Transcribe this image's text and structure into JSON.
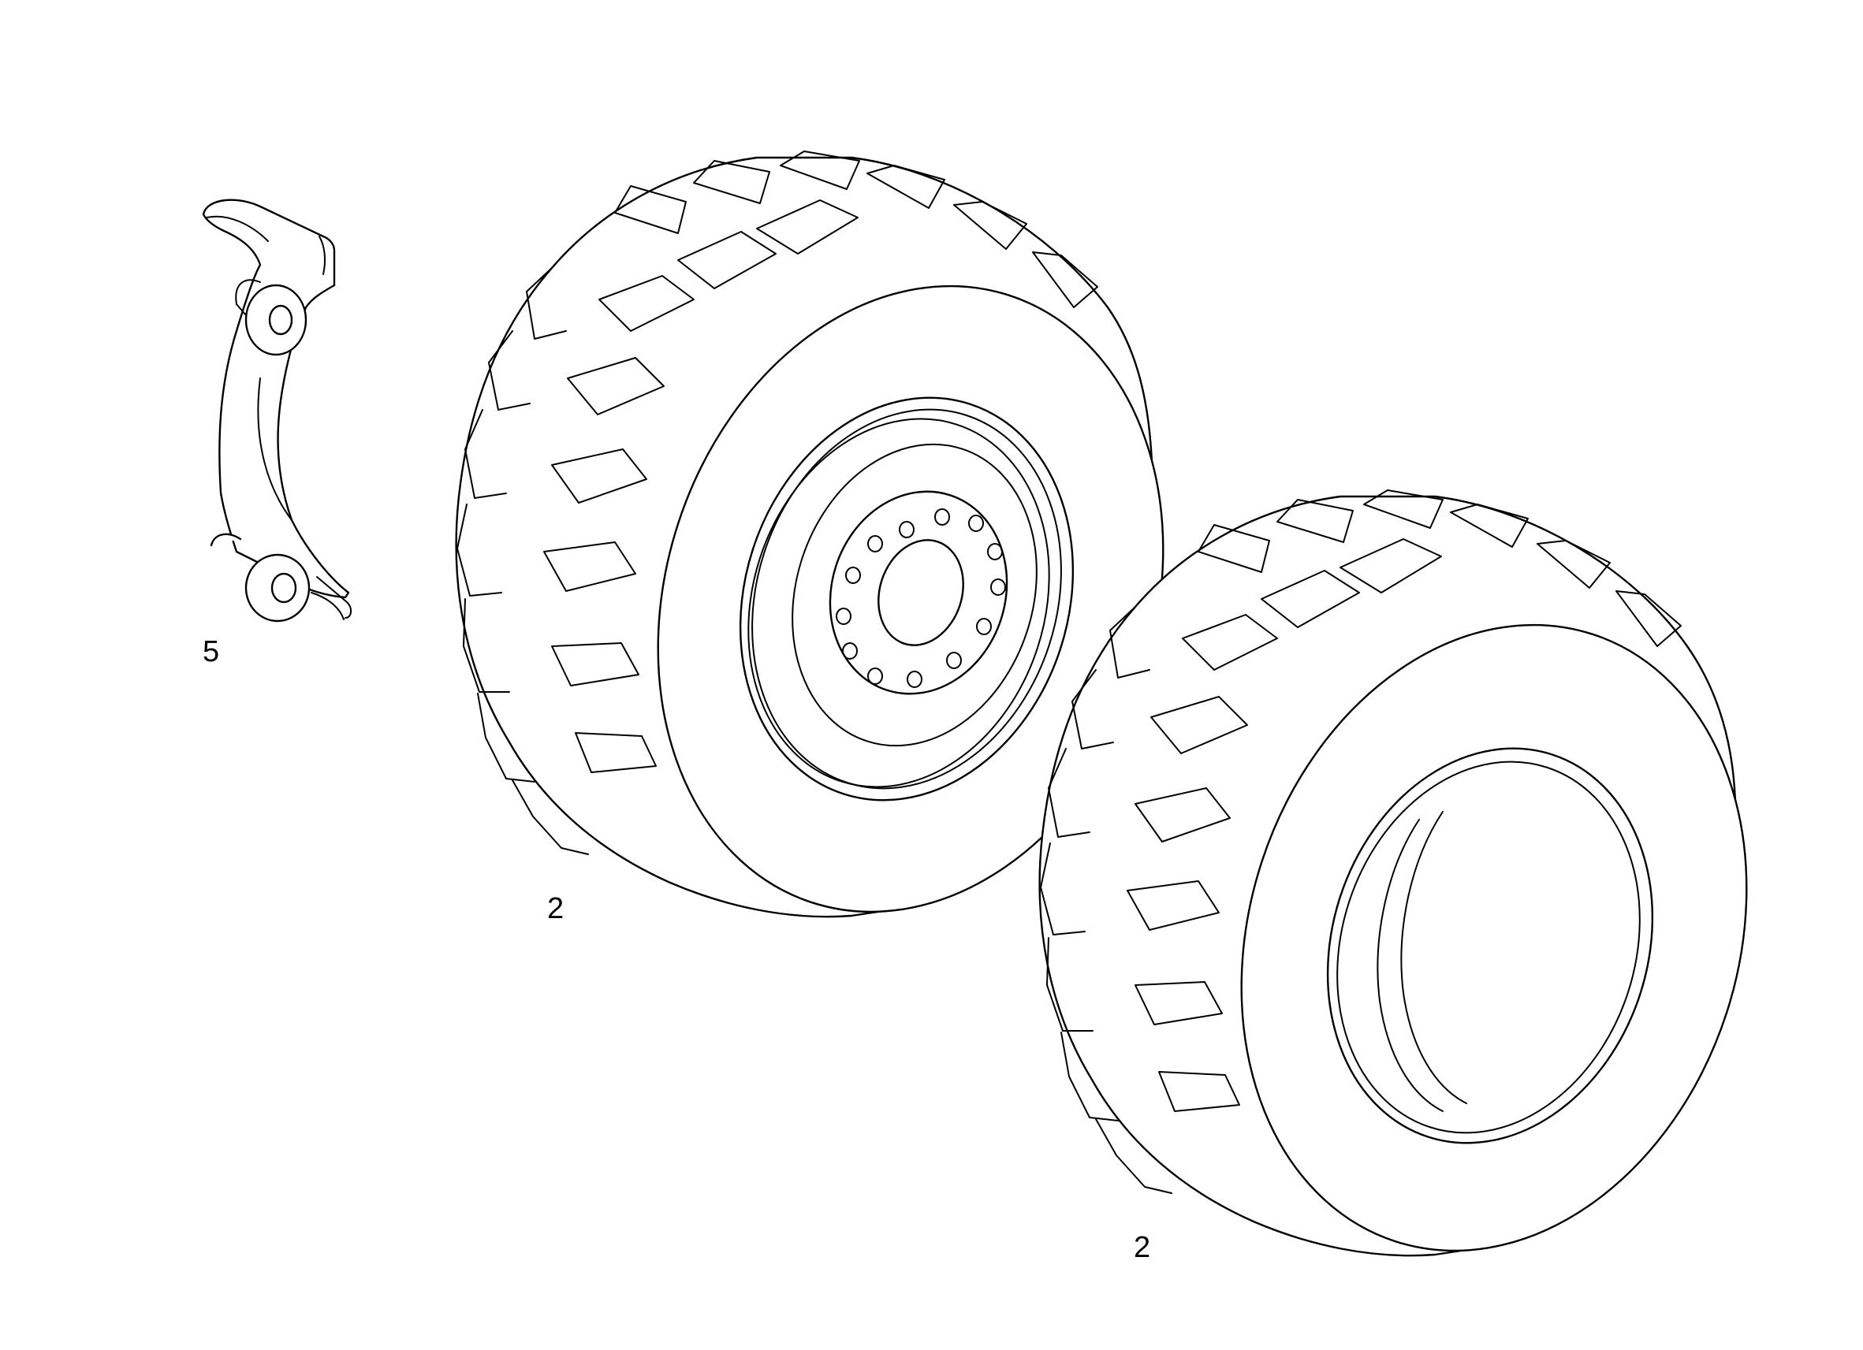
{
  "callouts": {
    "clip": "5",
    "wheel_assembly": "2",
    "tire": "2"
  },
  "colors": {
    "background": "#ffffff",
    "line": "#000000"
  }
}
